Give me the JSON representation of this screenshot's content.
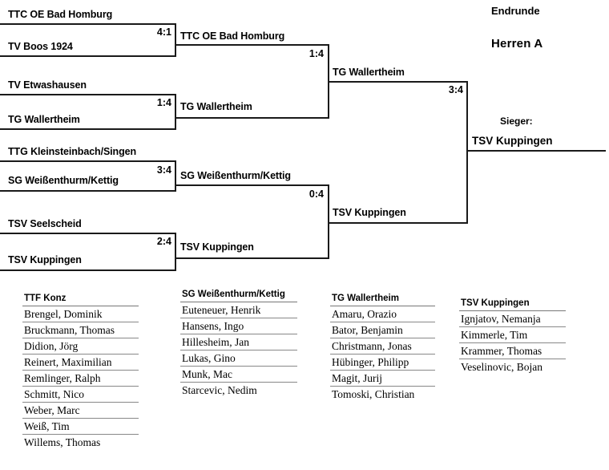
{
  "header": {
    "line1": "Endrunde",
    "line2": "Herren A"
  },
  "winner": {
    "label": "Sieger:",
    "name": "TSV Kuppingen"
  },
  "bracket": {
    "round1": [
      {
        "top": "TTC OE Bad Homburg",
        "bottom": "TV Boos 1924",
        "score": "4:1"
      },
      {
        "top": "TV Etwashausen",
        "bottom": "TG Wallertheim",
        "score": "1:4"
      },
      {
        "top": "TTG Kleinsteinbach/Singen",
        "bottom": "SG Weißenthurm/Kettig",
        "score": "3:4"
      },
      {
        "top": "TSV Seelscheid",
        "bottom": "TSV Kuppingen",
        "score": "2:4"
      }
    ],
    "round2": [
      {
        "top": "TTC OE Bad Homburg",
        "bottom": "TG Wallertheim",
        "score": "1:4"
      },
      {
        "top": "SG Weißenthurm/Kettig",
        "bottom": "TSV Kuppingen",
        "score": "0:4"
      }
    ],
    "final": {
      "top": "TG Wallertheim",
      "bottom": "TSV Kuppingen",
      "score": "3:4"
    }
  },
  "rosters": [
    {
      "team": "TTF Konz",
      "players": [
        "Brengel, Dominik",
        "Bruckmann, Thomas",
        "Didion, Jörg",
        "Reinert, Maximilian",
        "Remlinger, Ralph",
        "Schmitt, Nico",
        "Weber, Marc",
        "Weiß, Tim",
        "Willems, Thomas"
      ]
    },
    {
      "team": "SG Weißenthurm/Kettig",
      "players": [
        "Euteneuer, Henrik",
        "Hansens, Ingo",
        "Hillesheim, Jan",
        "Lukas, Gino",
        "Munk, Mac",
        "Starcevic, Nedim"
      ]
    },
    {
      "team": "TG Wallertheim",
      "players": [
        "Amaru, Orazio",
        "Bator, Benjamin",
        "Christmann, Jonas",
        "Hübinger, Philipp",
        "Magit, Jurij",
        "Tomoski, Christian"
      ]
    },
    {
      "team": "TSV Kuppingen",
      "players": [
        "Ignjatov, Nemanja",
        "Kimmerle, Tim",
        "Krammer, Thomas",
        "Veselinovic, Bojan"
      ]
    }
  ]
}
